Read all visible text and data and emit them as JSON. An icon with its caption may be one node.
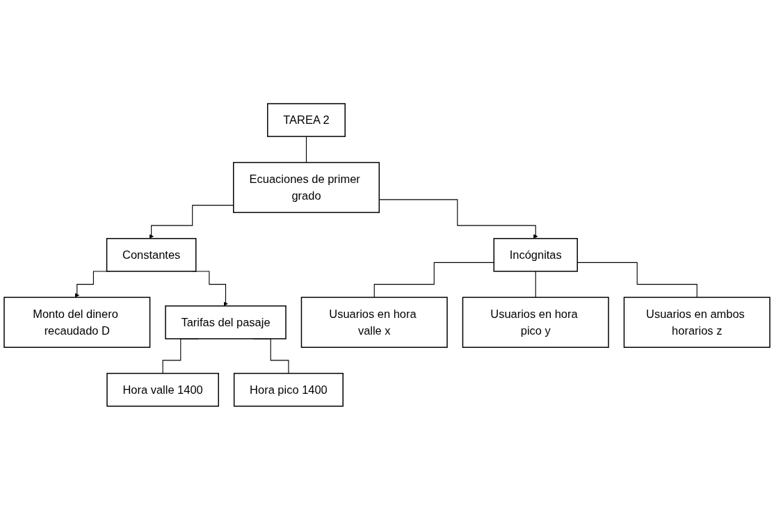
{
  "diagram": {
    "nodes": [
      {
        "text": [
          "TAREA 2"
        ]
      },
      {
        "text": [
          "Ecuaciones de primer grado"
        ]
      },
      {
        "text": [
          "Constantes"
        ]
      },
      {
        "text": [
          "Incógnitas"
        ]
      },
      {
        "text": [
          "Monto del dinero recaudado D"
        ]
      },
      {
        "text": [
          "Tarifas del pasaje"
        ]
      },
      {
        "text": [
          "Hora valle 1400"
        ]
      },
      {
        "text": [
          "Hora pico 1400"
        ]
      },
      {
        "text": [
          "Usuarios en hora valle x"
        ]
      },
      {
        "text": [
          "Usuarios en hora pico y"
        ]
      },
      {
        "text": [
          "Usuarios en ambos horarios z"
        ]
      }
    ],
    "edges": [
      {
        "from": 0,
        "to": 1,
        "arrow": "none"
      },
      {
        "from": 1,
        "to": 2,
        "arrow": "to"
      },
      {
        "from": 1,
        "to": 3,
        "arrow": "to"
      },
      {
        "from": 2,
        "to": 4,
        "arrow": "to"
      },
      {
        "from": 2,
        "to": 5,
        "arrow": "to"
      },
      {
        "from": 5,
        "to": 6,
        "arrow": "none"
      },
      {
        "from": 5,
        "to": 7,
        "arrow": "none"
      },
      {
        "from": 3,
        "to": 8,
        "arrow": "none"
      },
      {
        "from": 3,
        "to": 9,
        "arrow": "none"
      },
      {
        "from": 3,
        "to": 10,
        "arrow": "none"
      }
    ]
  }
}
